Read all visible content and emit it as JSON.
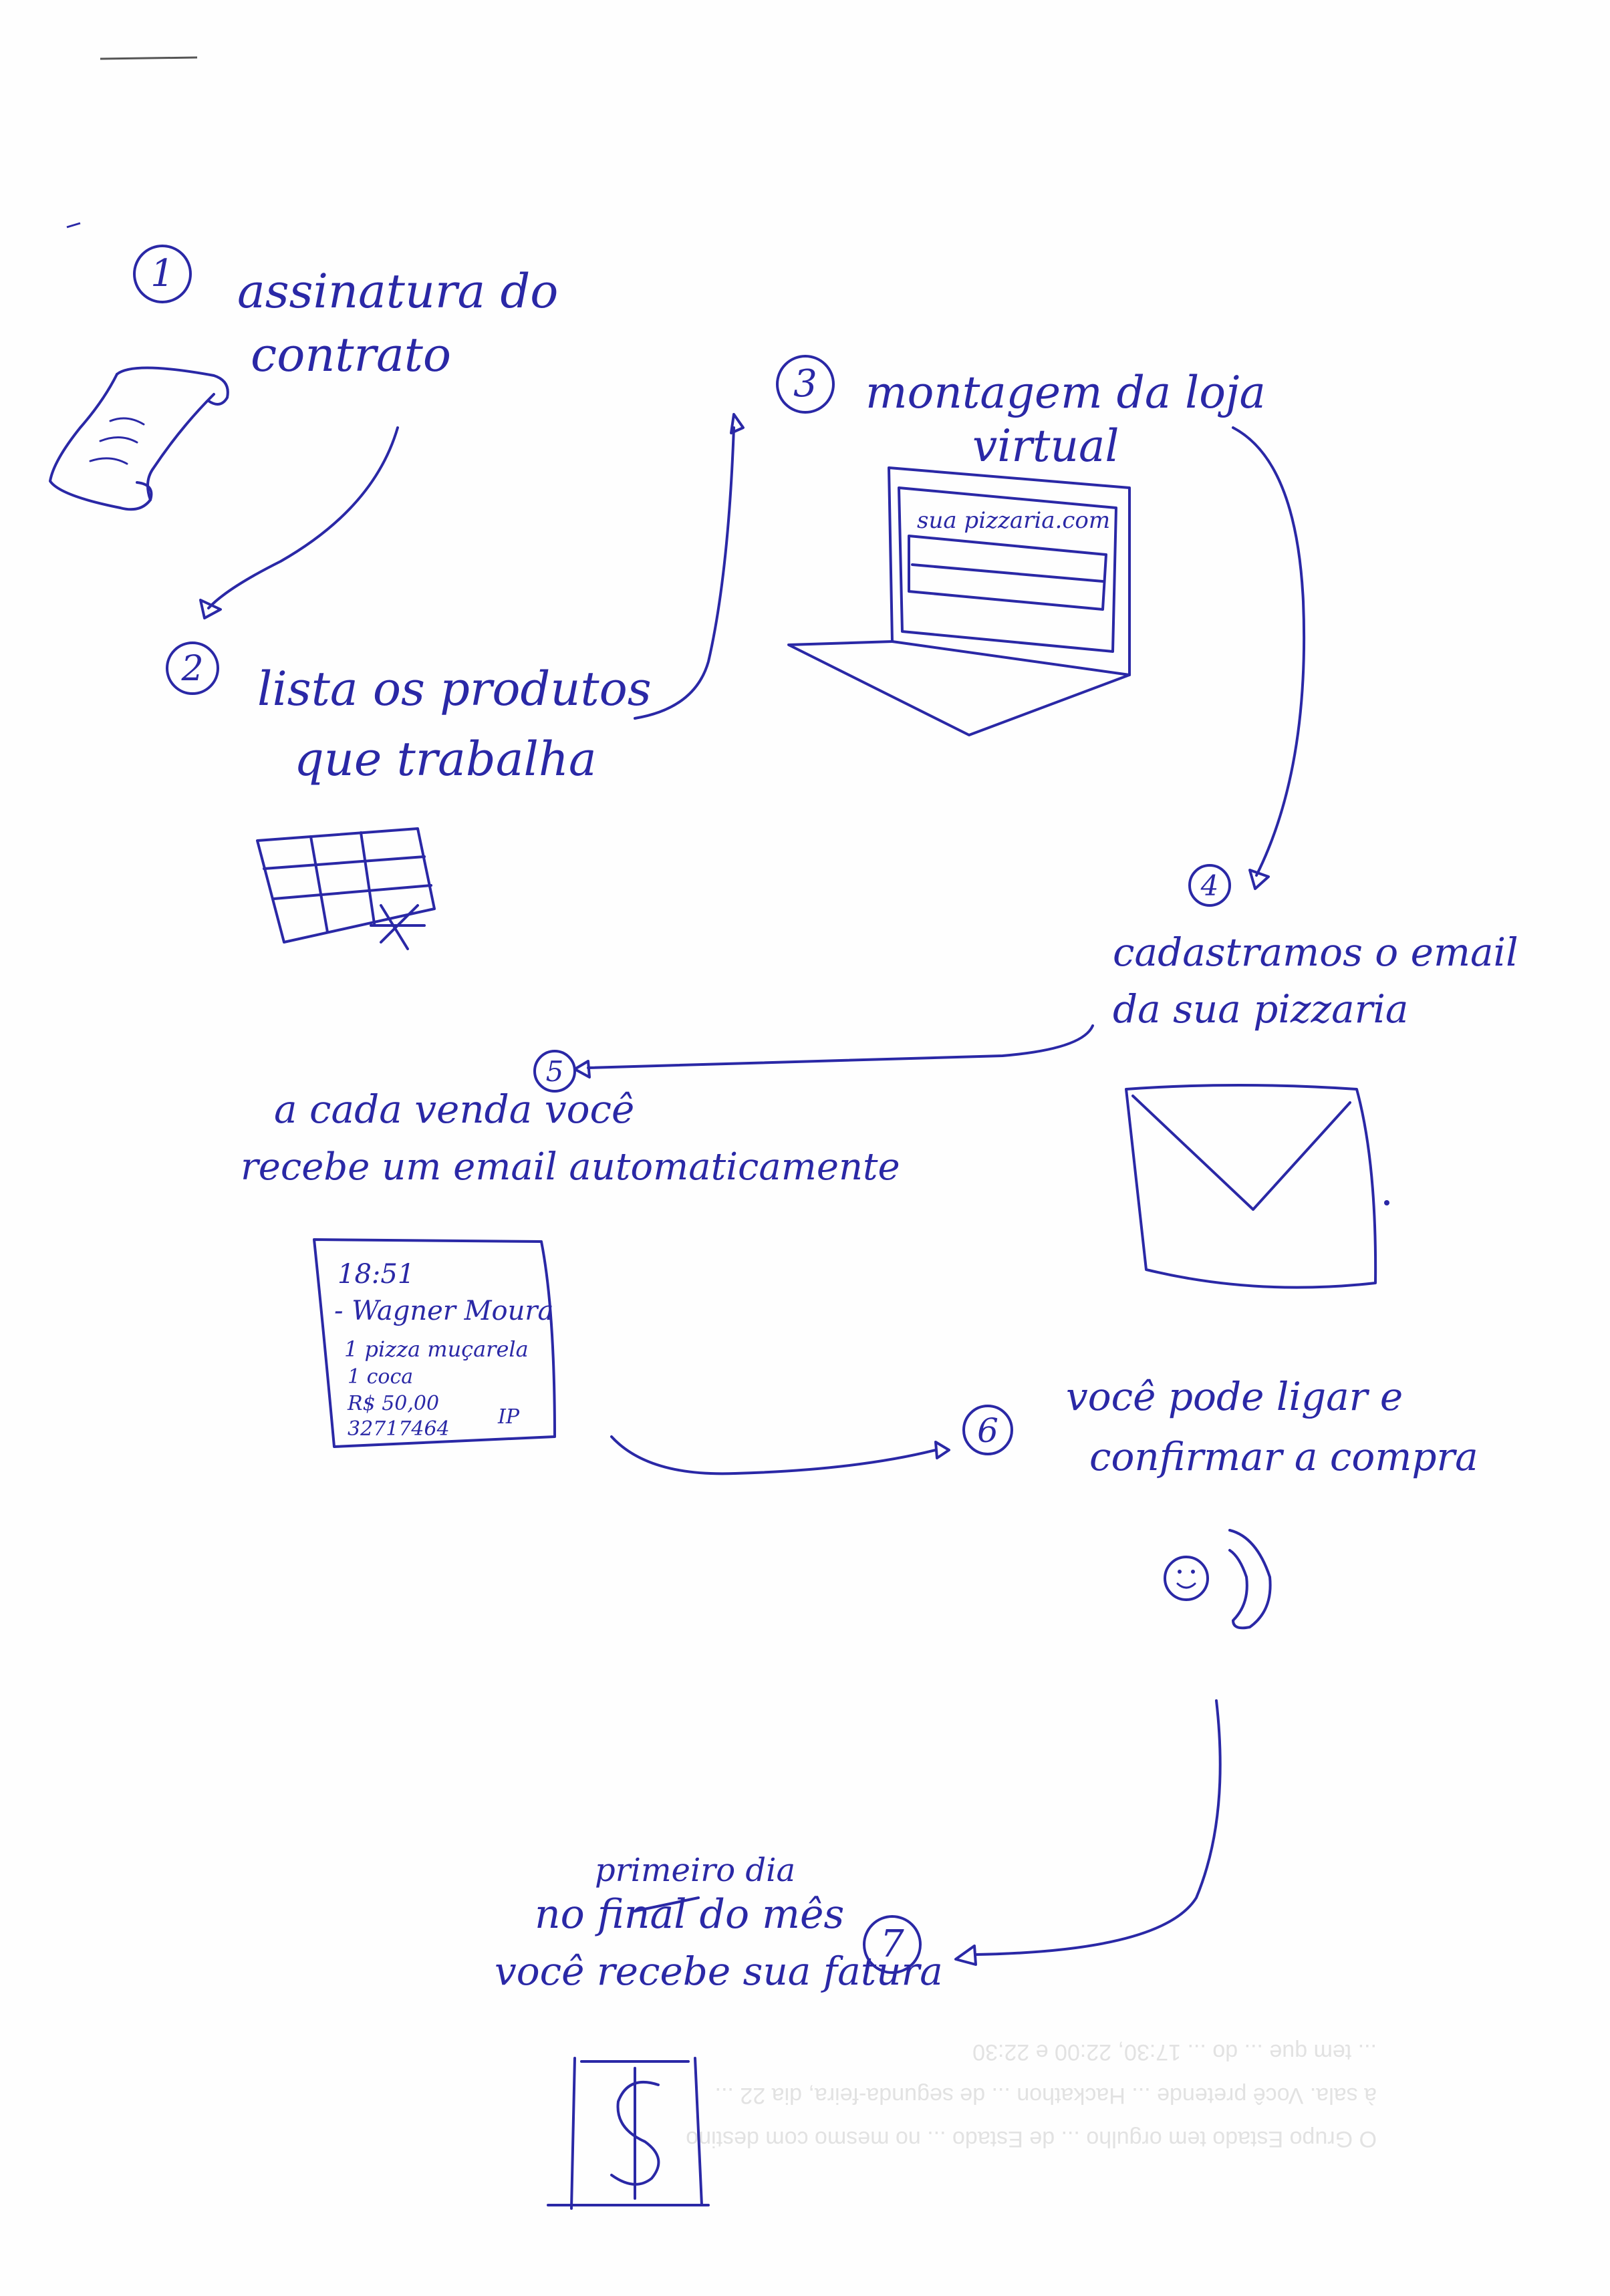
{
  "steps": [
    {
      "number": "1",
      "line1": "assinatura do",
      "line2": "contrato"
    },
    {
      "number": "2",
      "line1": "lista os produtos",
      "line2": "que trabalha"
    },
    {
      "number": "3",
      "line1": "montagem da loja",
      "line2": "virtual"
    },
    {
      "number": "4",
      "line1": "cadastramos o email",
      "line2": "da sua pizzaria"
    },
    {
      "number": "5",
      "line1": "a cada venda você",
      "line2": "recebe um email automaticamente"
    },
    {
      "number": "6",
      "line1": "você pode ligar e",
      "line2": "confirmar a compra"
    },
    {
      "number": "7",
      "line0": "primeiro dia",
      "line1": "no final do mês",
      "line2": "você recebe sua fatura"
    }
  ],
  "laptop_screen_text": "sua pizzaria.com",
  "receipt": {
    "time": "18:51",
    "name": "- Wagner Moura",
    "item1": "1 pizza muçarela",
    "item2": "1 coca",
    "price": "R$ 50,00",
    "phone": "32717464",
    "ip": "IP"
  },
  "icons": [
    "scroll-icon",
    "grid-icon",
    "laptop-icon",
    "envelope-icon",
    "receipt-icon",
    "phone-call-icon",
    "money-icon"
  ],
  "ink_color": "#2a28a6",
  "bleed_through": [
    "O Grupo Estado tem orgulho ... de Estado ... no mesmo com destino",
    "à sala. Você pretende ... Hackathon ... de segunda-feira, dia 22 ...",
    "... tem que ... do ... 17:30, 22:00 e 22:30"
  ]
}
